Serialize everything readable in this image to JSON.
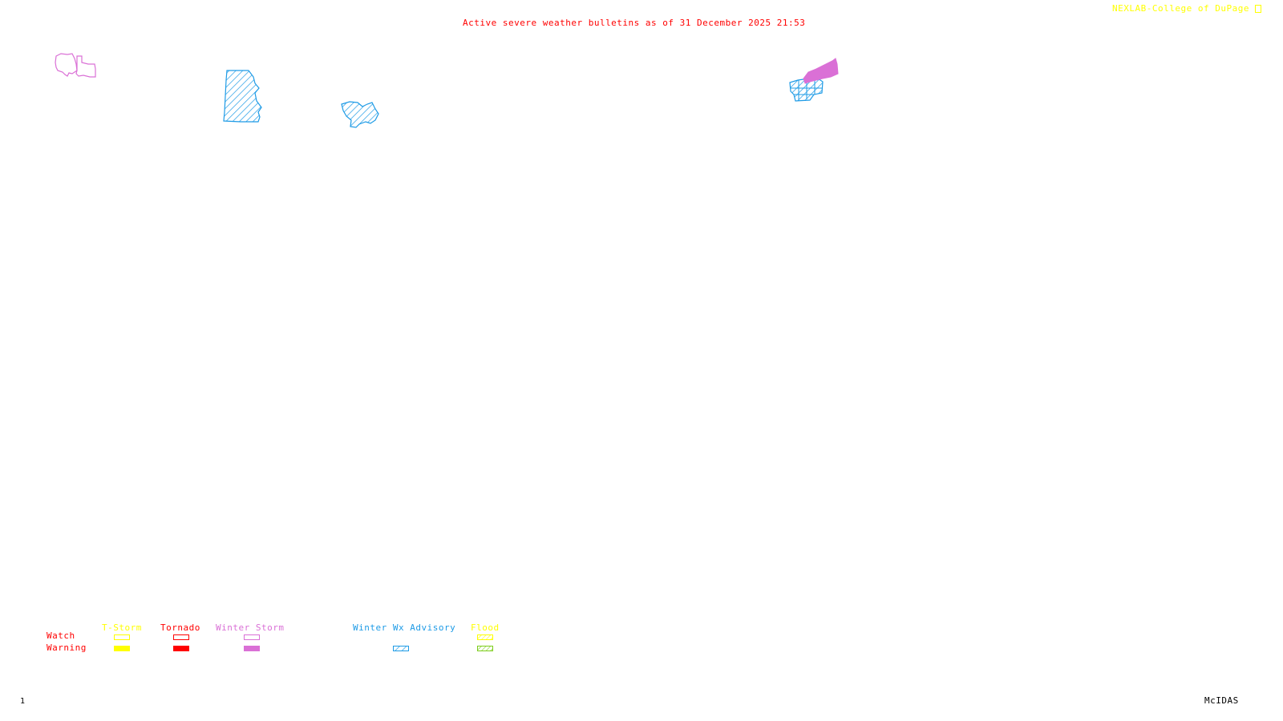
{
  "header": {
    "title": "Active severe weather bulletins as of 31 December 2025 21:53",
    "credit": "NEXLAB-College of DuPage",
    "credit_icon": "nexlab-logo-icon"
  },
  "footer": {
    "frame_number": "1",
    "software": "McIDAS"
  },
  "colors": {
    "tstorm": "#ffff00",
    "tornado": "#ff0000",
    "winter_storm": "#da70d6",
    "winter_wx_advisory": "#1e9be6",
    "flood_watch": "#ffff00",
    "flood_warning": "#7ccd1a",
    "row_labels": "#ff0000"
  },
  "legend": {
    "row_labels": {
      "watch": "Watch",
      "warning": "Warning"
    },
    "categories": [
      {
        "label": "T-Storm",
        "watch": "outline",
        "warning": "filled"
      },
      {
        "label": "Tornado",
        "watch": "outline",
        "warning": "filled"
      },
      {
        "label": "Winter Storm",
        "watch": "outline",
        "warning": "filled"
      },
      {
        "label": "Winter Wx Advisory",
        "watch": "none",
        "warning": "hatched"
      },
      {
        "label": "Flood",
        "watch": "hatched",
        "warning": "hatched"
      }
    ]
  },
  "bulletins": [
    {
      "region": "northwest-1",
      "type": "Winter Storm Watch",
      "style": "outline"
    },
    {
      "region": "northern-plains-1",
      "type": "Winter Wx Advisory",
      "style": "hatched"
    },
    {
      "region": "northern-plains-2",
      "type": "Winter Wx Advisory",
      "style": "hatched"
    },
    {
      "region": "great-lakes-1",
      "type": "Winter Storm Warning",
      "style": "filled"
    },
    {
      "region": "great-lakes-2",
      "type": "Winter Wx Advisory",
      "style": "hatched"
    }
  ]
}
